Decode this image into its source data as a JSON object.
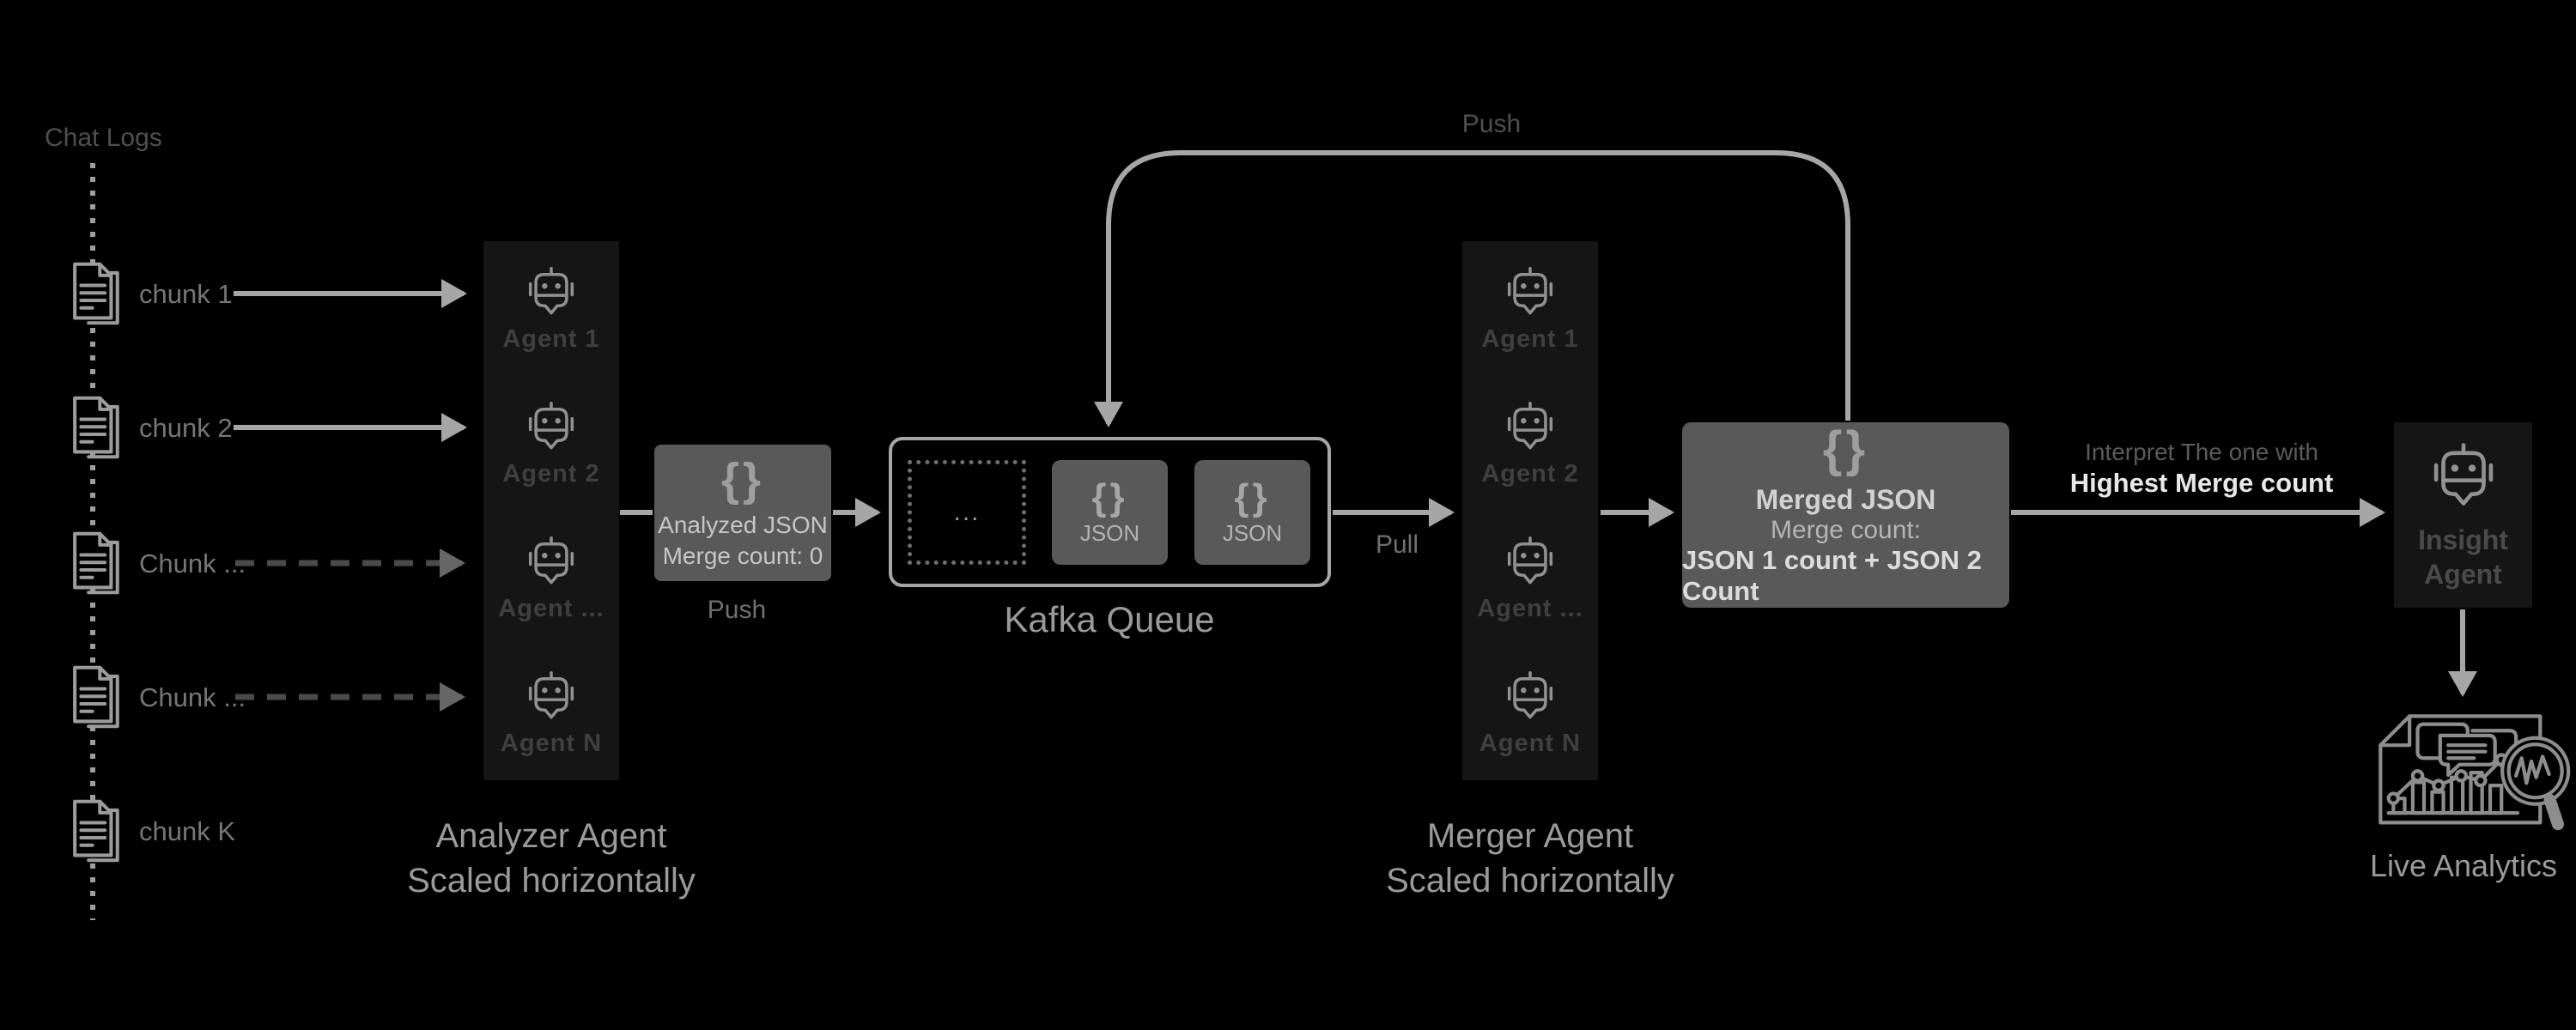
{
  "colors": {
    "background": "#000000",
    "panel": "#151515",
    "box": "#595959",
    "arrow": "#a6a6a6",
    "dashed_arrow": "#4a4a4a",
    "bright_text": "#e8e8e8",
    "muted_text": "#9a9a9a"
  },
  "glyphs": {
    "braces": "{}"
  },
  "chat_logs": {
    "title": "Chat Logs",
    "chunks": [
      {
        "label": "chunk 1"
      },
      {
        "label": "chunk 2"
      },
      {
        "label": "Chunk ..."
      },
      {
        "label": "Chunk ..."
      },
      {
        "label": "chunk K"
      }
    ]
  },
  "analyzer": {
    "agents": [
      "Agent 1",
      "Agent 2",
      "Agent ...",
      "Agent N"
    ],
    "caption_line1": "Analyzer Agent",
    "caption_line2": "Scaled horizontally"
  },
  "analyzed_json": {
    "line1": "Analyzed JSON",
    "line2": "Merge count: 0"
  },
  "labels": {
    "push_bottom": "Push",
    "pull": "Pull",
    "push_top": "Push"
  },
  "kafka": {
    "title": "Kafka Queue",
    "placeholder": "...",
    "items": [
      {
        "label": "JSON"
      },
      {
        "label": "JSON"
      }
    ]
  },
  "merger": {
    "agents": [
      "Agent 1",
      "Agent 2",
      "Agent ...",
      "Agent N"
    ],
    "caption_line1": "Merger Agent",
    "caption_line2": "Scaled horizontally"
  },
  "merged_json": {
    "line1": "Merged JSON",
    "line2": "Merge count:",
    "line3": "JSON 1 count + JSON 2 Count"
  },
  "interpret": {
    "line1": "Interpret The one with",
    "line2": "Highest Merge count"
  },
  "insight": {
    "line1": "Insight",
    "line2": "Agent"
  },
  "live_analytics": {
    "label": "Live Analytics"
  }
}
